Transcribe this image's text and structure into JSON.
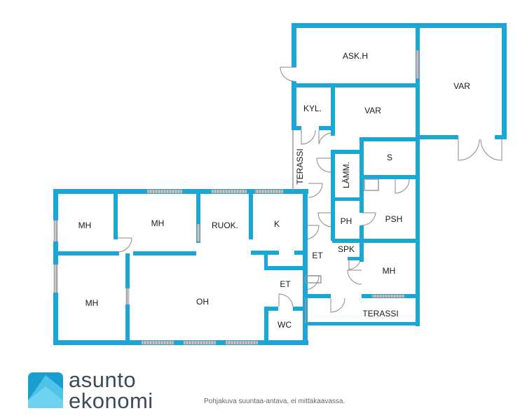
{
  "rooms": {
    "ask_h": "ASK.H",
    "var_large": "VAR",
    "kyl": "KYL.",
    "var_small": "VAR",
    "terassi_vertical": "TERASSI",
    "s": "S",
    "lamm": "LÄMM.",
    "psh": "PSH",
    "ph": "PH",
    "spk": "SPK",
    "mh_right": "MH",
    "terassi_bottom": "TERASSI",
    "mh_top_left": "MH",
    "mh_top_middle": "MH",
    "ruok": "RUOK.",
    "k": "K",
    "et_upper": "ET",
    "et_lower": "ET",
    "mh_bottom_left": "MH",
    "oh": "OH",
    "wc": "WC"
  },
  "brand": {
    "line1": "asunto",
    "line2": "ekonomi",
    "colors": {
      "wall": "#1aa6d6",
      "logo_dark": "#1a9ed0",
      "logo_light": "#4dc3ea",
      "text": "#3d4a57"
    }
  },
  "footer": {
    "disclaimer": "Pohjakuva suuntaa-antava, ei mittakaavassa."
  }
}
